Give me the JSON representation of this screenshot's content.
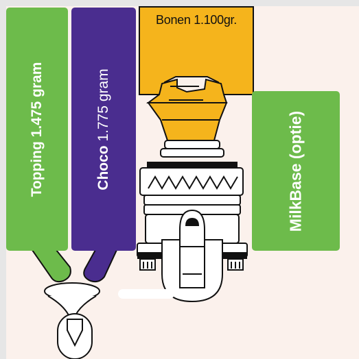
{
  "bins": {
    "topping": {
      "label": "Topping 1.475 gram",
      "color": "#6dbb4b"
    },
    "choco": {
      "label_bold": "Choco",
      "label_rest": " 1.775 gram",
      "color": "#4a2d8f"
    },
    "milkbase": {
      "label": "MilkBase (optie)",
      "color": "#6dbb4b"
    },
    "beans": {
      "label": "Bonen 1.100gr.",
      "color": "#f5b41c"
    }
  },
  "colors": {
    "background": "#e6e6e6",
    "panel": "#fbf1ec",
    "outline": "#111111",
    "hopper": "#f5b41c"
  }
}
